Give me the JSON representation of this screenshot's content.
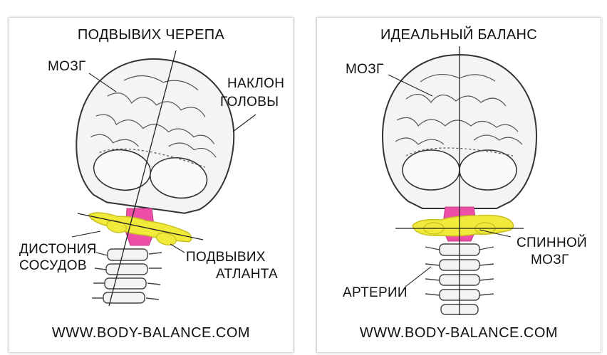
{
  "left": {
    "title": "ПОДВЫВИХ ЧЕРЕПА",
    "labels": {
      "brain": "МОЗГ",
      "tilt_line1": "НАКЛОН",
      "tilt_line2": "ГОЛОВЫ",
      "dystonia_line1": "ДИСТОНИЯ",
      "dystonia_line2": "СОСУДОВ",
      "atlas_line1": "ПОДВЫВИХ",
      "atlas_line2": "АТЛАНТА"
    },
    "url": "WWW.BODY-BALANCE.COM"
  },
  "right": {
    "title": "ИДЕАЛЬНЫЙ БАЛАНС",
    "labels": {
      "brain": "МОЗГ",
      "spinal_line1": "СПИННОЙ",
      "spinal_line2": "МОЗГ",
      "arteries": "АРТЕРИИ"
    },
    "url": "WWW.BODY-BALANCE.COM"
  },
  "colors": {
    "atlas": "#f0ea3a",
    "atlas_stroke": "#c9c020",
    "spinal_cord": "#ee4fa6",
    "bone_fill": "#f4f4f2",
    "line": "#222222"
  }
}
